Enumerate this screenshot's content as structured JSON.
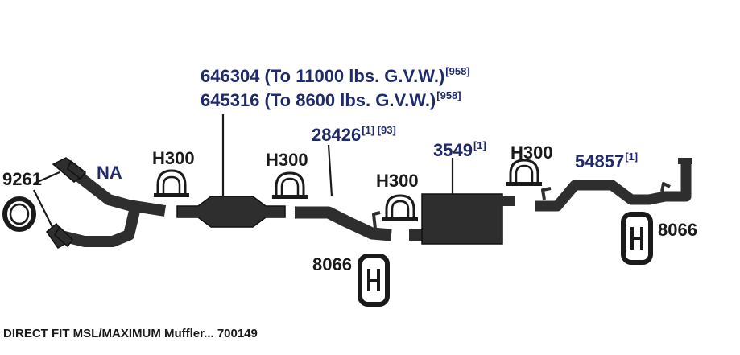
{
  "labels": {
    "gasket": "9261",
    "na": "NA",
    "clamp_1": "H300",
    "clamp_2": "H300",
    "clamp_3": "H300",
    "clamp_4": "H300",
    "catconv_a": "646304 (To 11000 lbs. G.V.W.)",
    "catconv_a_ref": "[958]",
    "catconv_b": "645316 (To 8600 lbs. G.V.W.)",
    "catconv_b_ref": "[958]",
    "pipe_mid": "28426",
    "pipe_mid_ref": "[1] [93]",
    "muffler": "3549",
    "muffler_ref": "[1]",
    "tailpipe": "54857",
    "tailpipe_ref": "[1]",
    "hanger_left": "8066",
    "hanger_right": "8066"
  },
  "footer": {
    "caption": "DIRECT FIT MSL/MAXIMUM Muffler... 700149"
  },
  "colors": {
    "part_label": "#1f2a6b",
    "generic_label": "#1a1a1a",
    "part_fill": "#2e2e2e",
    "background": "#ffffff"
  }
}
